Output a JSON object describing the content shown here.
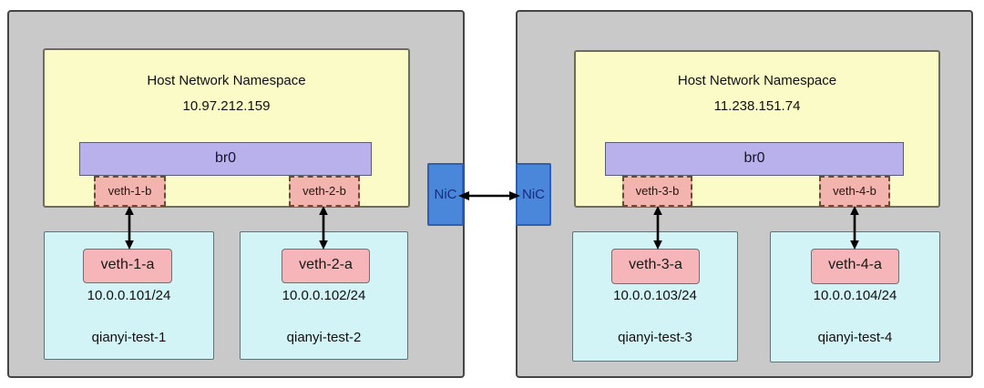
{
  "hosts": [
    {
      "namespace": {
        "title": "Host Network Namespace",
        "ip": "10.97.212.159",
        "bridge_label": "br0",
        "ports": [
          {
            "label": "veth-1-b"
          },
          {
            "label": "veth-2-b"
          }
        ]
      },
      "nic_label": "NiC",
      "containers": [
        {
          "veth_label": "veth-1-a",
          "ip": "10.0.0.101/24",
          "name": "qianyi-test-1"
        },
        {
          "veth_label": "veth-2-a",
          "ip": "10.0.0.102/24",
          "name": "qianyi-test-2"
        }
      ]
    },
    {
      "namespace": {
        "title": "Host Network Namespace",
        "ip": "11.238.151.74",
        "bridge_label": "br0",
        "ports": [
          {
            "label": "veth-3-b"
          },
          {
            "label": "veth-4-b"
          }
        ]
      },
      "nic_label": "NiC",
      "containers": [
        {
          "veth_label": "veth-3-a",
          "ip": "10.0.0.103/24",
          "name": "qianyi-test-3"
        },
        {
          "veth_label": "veth-4-a",
          "ip": "10.0.0.104/24",
          "name": "qianyi-test-4"
        }
      ]
    }
  ],
  "connections": {
    "nic_to_nic": "bidirectional",
    "veth_pairs": "bidirectional"
  },
  "colors": {
    "host_box": "#c9c9c9",
    "namespace_box": "#fbfbc8",
    "bridge_bar": "#b9b1ec",
    "veth_box": "#f6b6b9",
    "veth_port_box": "#f3b3ae",
    "container_box": "#d2f4f6",
    "nic_box": "#4a86d9",
    "arrow": "#000000"
  }
}
